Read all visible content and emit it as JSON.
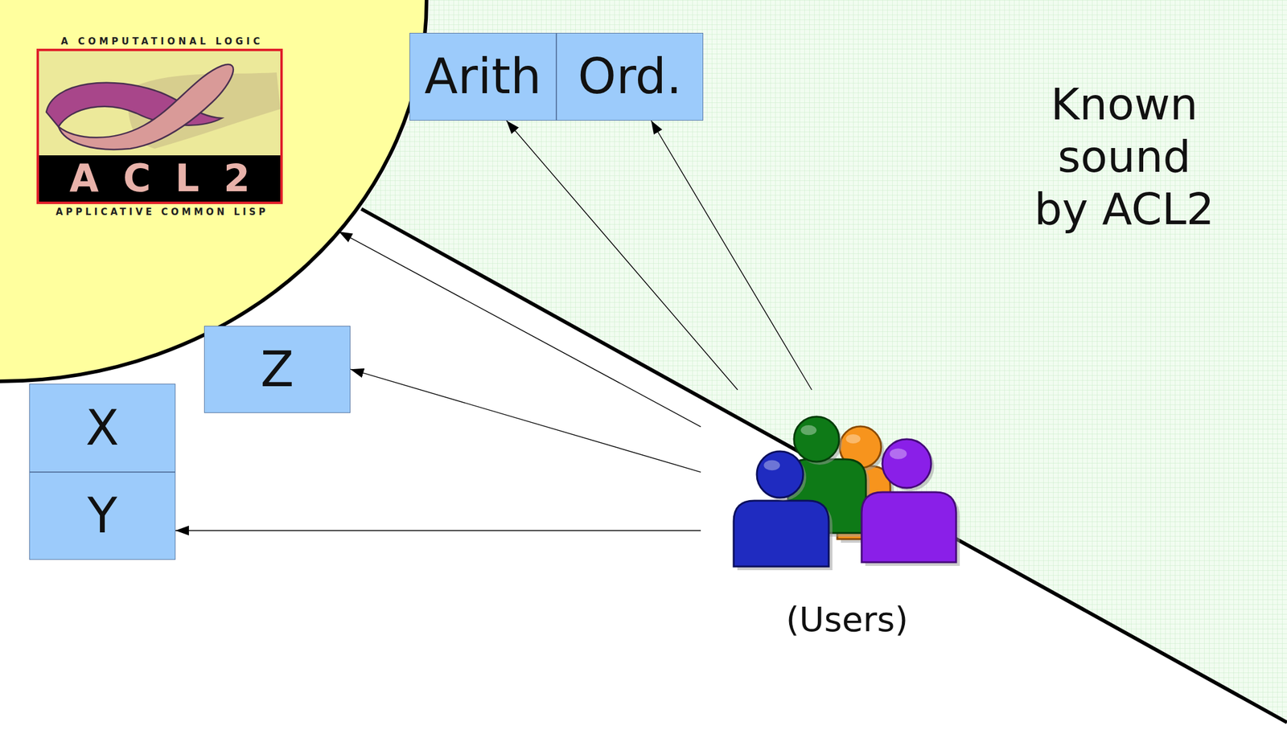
{
  "diagram": {
    "nodes": [
      {
        "text": [
          "A COMPUTATIONAL LOGIC",
          "ACL2",
          "APPLICATIVE COMMON LISP"
        ]
      },
      {
        "text": [
          "Known sound by ACL2"
        ]
      },
      {
        "text": [
          "Arith"
        ],
        "in": 1
      },
      {
        "text": [
          "Ord."
        ],
        "in": 1
      },
      {
        "text": [
          "Z"
        ]
      },
      {
        "text": [
          "X"
        ]
      },
      {
        "text": [
          "Y"
        ]
      },
      {
        "text": [
          "(Users)"
        ]
      }
    ],
    "edges": [
      {
        "from": 7,
        "to": 2,
        "arrow": "to"
      },
      {
        "from": 7,
        "to": 3,
        "arrow": "to"
      },
      {
        "from": 7,
        "to": 0,
        "arrow": "to"
      },
      {
        "from": 7,
        "to": 4,
        "arrow": "to"
      },
      {
        "from": 7,
        "to": 6,
        "arrow": "to"
      }
    ]
  }
}
